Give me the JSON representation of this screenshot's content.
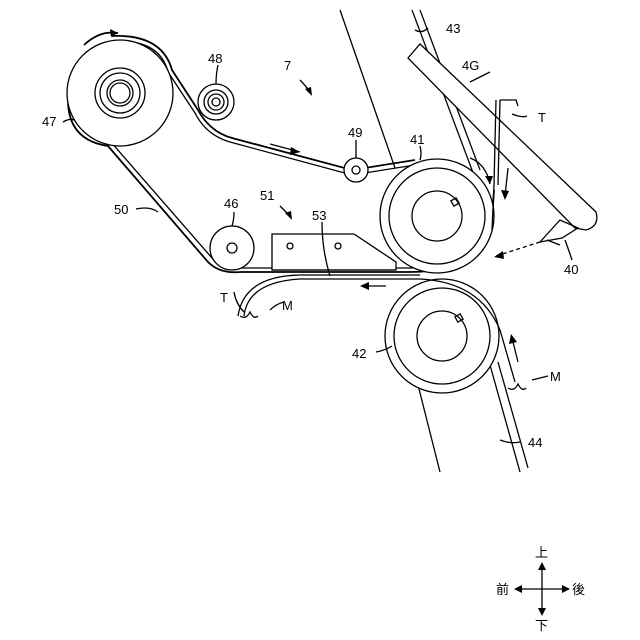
{
  "labels": {
    "l7": "7",
    "l40": "40",
    "l41": "41",
    "l42": "42",
    "l43": "43",
    "l44": "44",
    "l46": "46",
    "l47": "47",
    "l48": "48",
    "l49": "49",
    "l50": "50",
    "l51": "51",
    "l53": "53",
    "l4G": "4G",
    "lT_right": "T",
    "lT_left": "T",
    "lM_left": "M",
    "lM_right": "M"
  },
  "compass": {
    "up": "上",
    "down": "下",
    "front": "前",
    "rear": "後"
  }
}
